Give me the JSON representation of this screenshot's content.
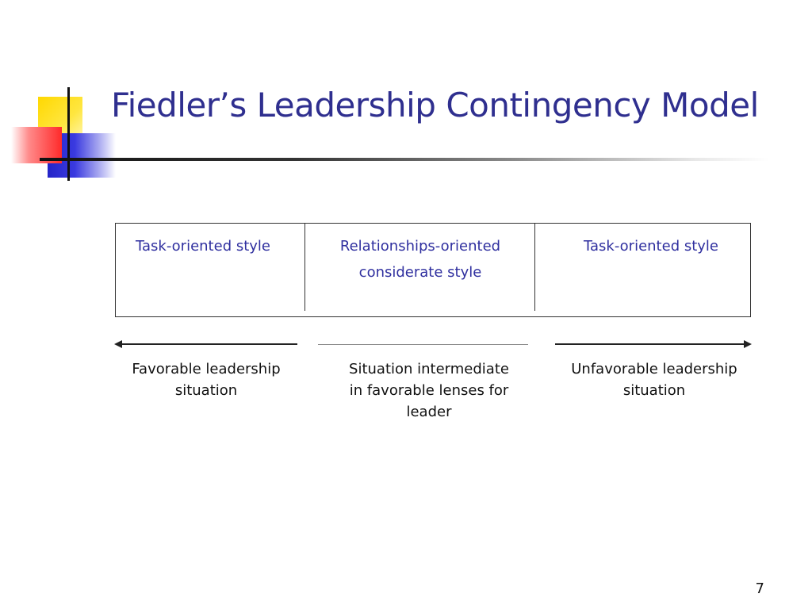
{
  "slide": {
    "title": "Fiedler’s Leadership Contingency Model",
    "page_number": "7"
  },
  "styles": {
    "left": "Task-oriented style",
    "middle_line1": "Relationships-oriented",
    "middle_line2": "considerate style",
    "right": "Task-oriented style"
  },
  "situations": {
    "favorable_line1": "Favorable leadership",
    "favorable_line2": "situation",
    "intermediate_line1": "Situation intermediate",
    "intermediate_line2": "in favorable lenses for",
    "intermediate_line3": "leader",
    "unfavorable_line1": "Unfavorable leadership",
    "unfavorable_line2": "situation"
  },
  "colors": {
    "title": "#2f2f8f",
    "style_text": "#2f2f9f",
    "logo_yellow": "#ffd800",
    "logo_red": "#ff2a2a",
    "logo_blue": "#2424c8"
  }
}
